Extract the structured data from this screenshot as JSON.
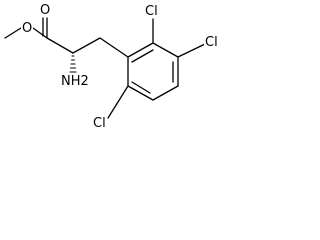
{
  "molecule": {
    "atoms": {
      "carbonyl_oxygen": "O",
      "ester_oxygen": "O",
      "amine_group": "NH2",
      "chlorine_top": "Cl",
      "chlorine_right": "Cl",
      "chlorine_bottom": "Cl"
    },
    "colors": {
      "bond": "#000000",
      "background": "#ffffff"
    }
  }
}
